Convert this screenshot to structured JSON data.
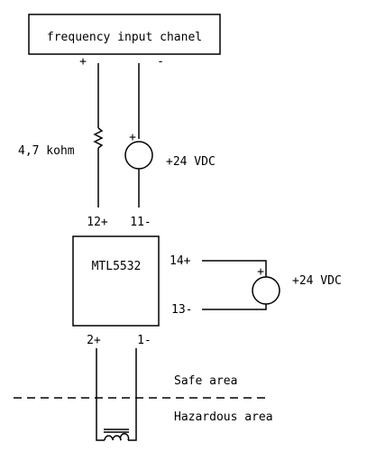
{
  "input_box": {
    "label": "frequency input chanel",
    "plus": "+",
    "minus": "-"
  },
  "resistor": {
    "label": "4,7 kohm"
  },
  "source_top": {
    "label": "+24 VDC",
    "plus": "+"
  },
  "barrier": {
    "label": "MTL5532",
    "pins": {
      "p12": "12+",
      "p11": "11-",
      "p14": "14+",
      "p13": "13-",
      "p2": "2+",
      "p1": "1-"
    }
  },
  "source_right": {
    "label": "+24 VDC",
    "plus": "+"
  },
  "areas": {
    "safe": "Safe area",
    "hazardous": "Hazardous area"
  }
}
